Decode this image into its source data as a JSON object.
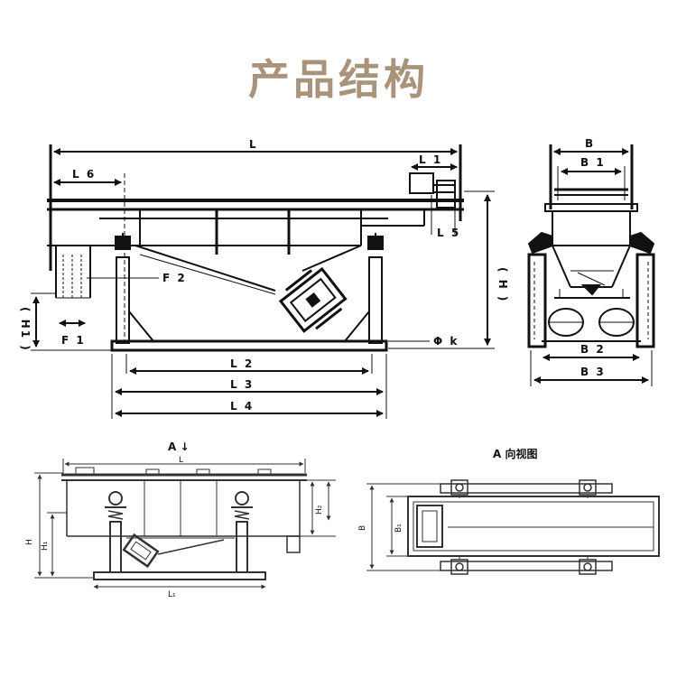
{
  "page": {
    "title": "产品结构",
    "title_color": "#a9937b",
    "line_color": "#111111"
  },
  "front_view": {
    "labels": {
      "L": "L",
      "L1": "L 1",
      "L6": "L 6",
      "L5": "L 5",
      "H": "( H )",
      "H1": "( H1 )",
      "F1": "F 1",
      "F2": "F 2",
      "phi": "Φ k",
      "L2": "L 2",
      "L3": "L 3",
      "L4": "L 4"
    }
  },
  "side_view": {
    "labels": {
      "B": "B",
      "B1": "B 1",
      "B2": "B 2",
      "B3": "B 3"
    }
  },
  "view_a": {
    "caption": "A ↓",
    "labels": {
      "L": "L",
      "L1": "L₁",
      "H": "H",
      "H1": "H₁",
      "H2": "H₂"
    }
  },
  "view_a_top": {
    "caption": "A 向视图",
    "labels": {
      "B": "B",
      "B1": "B₁"
    }
  }
}
